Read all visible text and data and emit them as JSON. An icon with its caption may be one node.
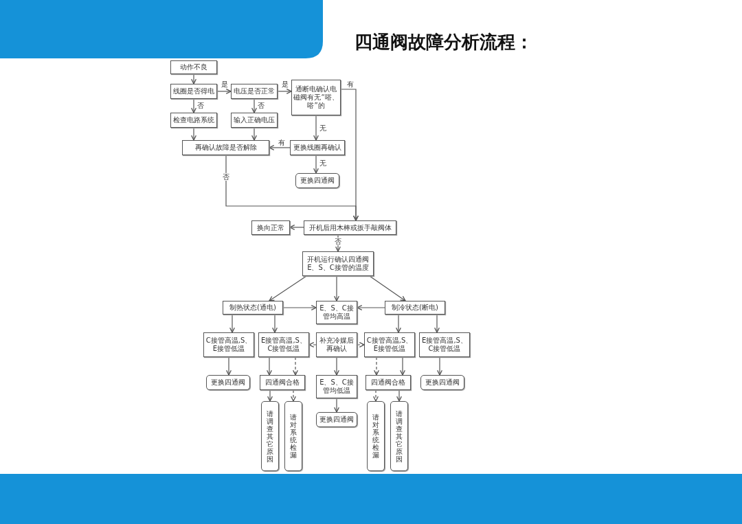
{
  "diagram": {
    "title": "四通阀故障分析流程：",
    "nodes": [
      {
        "text": [
          "动作不良"
        ]
      },
      {
        "text": [
          "线圈是否得电"
        ]
      },
      {
        "text": [
          "电压是否正常"
        ]
      },
      {
        "text": [
          "通断电确认电磁阀有无“嗒、嗒”的"
        ]
      },
      {
        "text": [
          "检查电路系统"
        ]
      },
      {
        "text": [
          "输入正确电压"
        ]
      },
      {
        "text": [
          "再确认故障是否解除"
        ]
      },
      {
        "text": [
          "更换线圈再确认"
        ]
      },
      {
        "text": [
          "更换四通阀"
        ]
      },
      {
        "text": [
          "换向正常"
        ]
      },
      {
        "text": [
          "开机后用木棒或扳手敲阀体"
        ]
      },
      {
        "text": [
          "开机运行确认四通阀E、S、C接管的温度"
        ]
      },
      {
        "text": [
          "制热状态(通电)"
        ]
      },
      {
        "text": [
          "E、S、C接管均高温"
        ]
      },
      {
        "text": [
          "制冷状态(断电)"
        ]
      },
      {
        "text": [
          "C接管高温,S、E接管低温"
        ]
      },
      {
        "text": [
          "E接管高温,S、C接管低温"
        ]
      },
      {
        "text": [
          "补充冷媒后再确认"
        ]
      },
      {
        "text": [
          "C接管高温,S、E接管低温"
        ]
      },
      {
        "text": [
          "E接管高温,S、C接管低温"
        ]
      },
      {
        "text": [
          "更换四通阀"
        ]
      },
      {
        "text": [
          "四通阀合格"
        ]
      },
      {
        "text": [
          "E、S、C接管均低温"
        ]
      },
      {
        "text": [
          "四通阀合格"
        ]
      },
      {
        "text": [
          "更换四通阀"
        ]
      },
      {
        "text": [
          "请调查其它原因"
        ]
      },
      {
        "text": [
          "请对系统检漏"
        ]
      },
      {
        "text": [
          "更换四通阀"
        ]
      },
      {
        "text": [
          "请对系统检漏"
        ]
      },
      {
        "text": [
          "请调查其它原因"
        ]
      }
    ],
    "edges": [
      {
        "from": 0,
        "to": 1,
        "arrow": "to"
      },
      {
        "from": 1,
        "to": 2,
        "arrow": "to",
        "label": "是"
      },
      {
        "from": 2,
        "to": 3,
        "arrow": "to",
        "label": "是"
      },
      {
        "from": 1,
        "to": 4,
        "arrow": "to",
        "label": "否"
      },
      {
        "from": 2,
        "to": 5,
        "arrow": "to",
        "label": "否"
      },
      {
        "from": 4,
        "to": 6,
        "arrow": "to"
      },
      {
        "from": 5,
        "to": 6,
        "arrow": "to"
      },
      {
        "from": 3,
        "to": 7,
        "arrow": "to",
        "label": "无"
      },
      {
        "from": 7,
        "to": 6,
        "arrow": "to",
        "label": "有"
      },
      {
        "from": 7,
        "to": 8,
        "arrow": "to",
        "label": "无"
      },
      {
        "from": 3,
        "to": 10,
        "arrow": "to",
        "label": "有"
      },
      {
        "from": 6,
        "to": 10,
        "arrow": "to",
        "label": "否"
      },
      {
        "from": 10,
        "to": 9,
        "arrow": "to"
      },
      {
        "from": 10,
        "to": 11,
        "arrow": "to",
        "label": "否"
      },
      {
        "from": 11,
        "to": 12,
        "arrow": "to"
      },
      {
        "from": 11,
        "to": 14,
        "arrow": "to"
      },
      {
        "from": 11,
        "to": 13,
        "arrow": "to"
      },
      {
        "from": 12,
        "to": 13,
        "arrow": "to"
      },
      {
        "from": 14,
        "to": 13,
        "arrow": "to"
      },
      {
        "from": 12,
        "to": 15,
        "arrow": "to"
      },
      {
        "from": 12,
        "to": 16,
        "arrow": "to"
      },
      {
        "from": 14,
        "to": 18,
        "arrow": "to"
      },
      {
        "from": 14,
        "to": 19,
        "arrow": "to"
      },
      {
        "from": 17,
        "to": 16,
        "arrow": "to",
        "style": "dashed"
      },
      {
        "from": 17,
        "to": 18,
        "arrow": "to",
        "style": "dashed"
      },
      {
        "from": 17,
        "to": 22,
        "arrow": "to"
      },
      {
        "from": 15,
        "to": 20,
        "arrow": "to"
      },
      {
        "from": 16,
        "to": 21,
        "arrow": "to"
      },
      {
        "from": 16,
        "to": 21,
        "arrow": "to",
        "style": "dashed"
      },
      {
        "from": 21,
        "to": 25,
        "arrow": "to"
      },
      {
        "from": 21,
        "to": 26,
        "arrow": "to",
        "style": "dashed"
      },
      {
        "from": 18,
        "to": 23,
        "arrow": "to",
        "style": "dashed"
      },
      {
        "from": 18,
        "to": 23,
        "arrow": "to"
      },
      {
        "from": 23,
        "to": 28,
        "arrow": "to",
        "style": "dashed"
      },
      {
        "from": 23,
        "to": 29,
        "arrow": "to"
      },
      {
        "from": 19,
        "to": 24,
        "arrow": "to"
      },
      {
        "from": 22,
        "to": 27,
        "arrow": "to"
      }
    ]
  }
}
